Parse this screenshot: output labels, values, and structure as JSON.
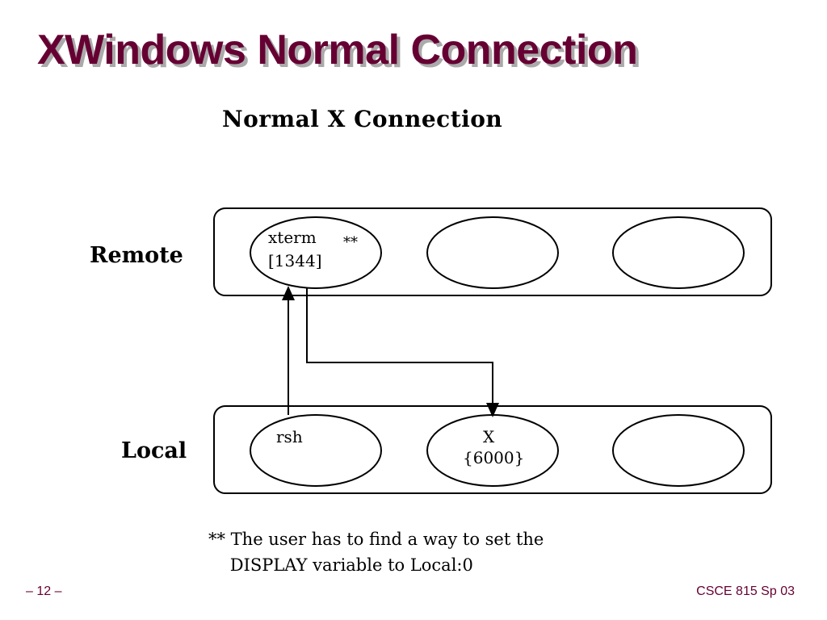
{
  "slide": {
    "title": "XWindows Normal  Connection",
    "page_number": "– 12 –",
    "course": "CSCE 815 Sp 03"
  },
  "diagram": {
    "title": "Normal X Connection",
    "rows": {
      "remote": {
        "label": "Remote",
        "processes": [
          {
            "name": "xterm",
            "detail": "[1344]",
            "marker": "**"
          },
          {
            "name": "",
            "detail": ""
          },
          {
            "name": "",
            "detail": ""
          }
        ]
      },
      "local": {
        "label": "Local",
        "processes": [
          {
            "name": "rsh",
            "detail": ""
          },
          {
            "name": "X",
            "detail": "{6000}"
          },
          {
            "name": "",
            "detail": ""
          }
        ]
      }
    },
    "connections": [
      {
        "from": "rsh",
        "to": "xterm"
      },
      {
        "from": "xterm",
        "to": "X"
      }
    ],
    "note": {
      "line1": "** The user has to find a way to set the",
      "line2": "    DISPLAY variable to Local:0"
    }
  },
  "colors": {
    "title": "#660033",
    "title_shadow": "#aaaaaa",
    "footer": "#660033",
    "lines": "#000000"
  }
}
